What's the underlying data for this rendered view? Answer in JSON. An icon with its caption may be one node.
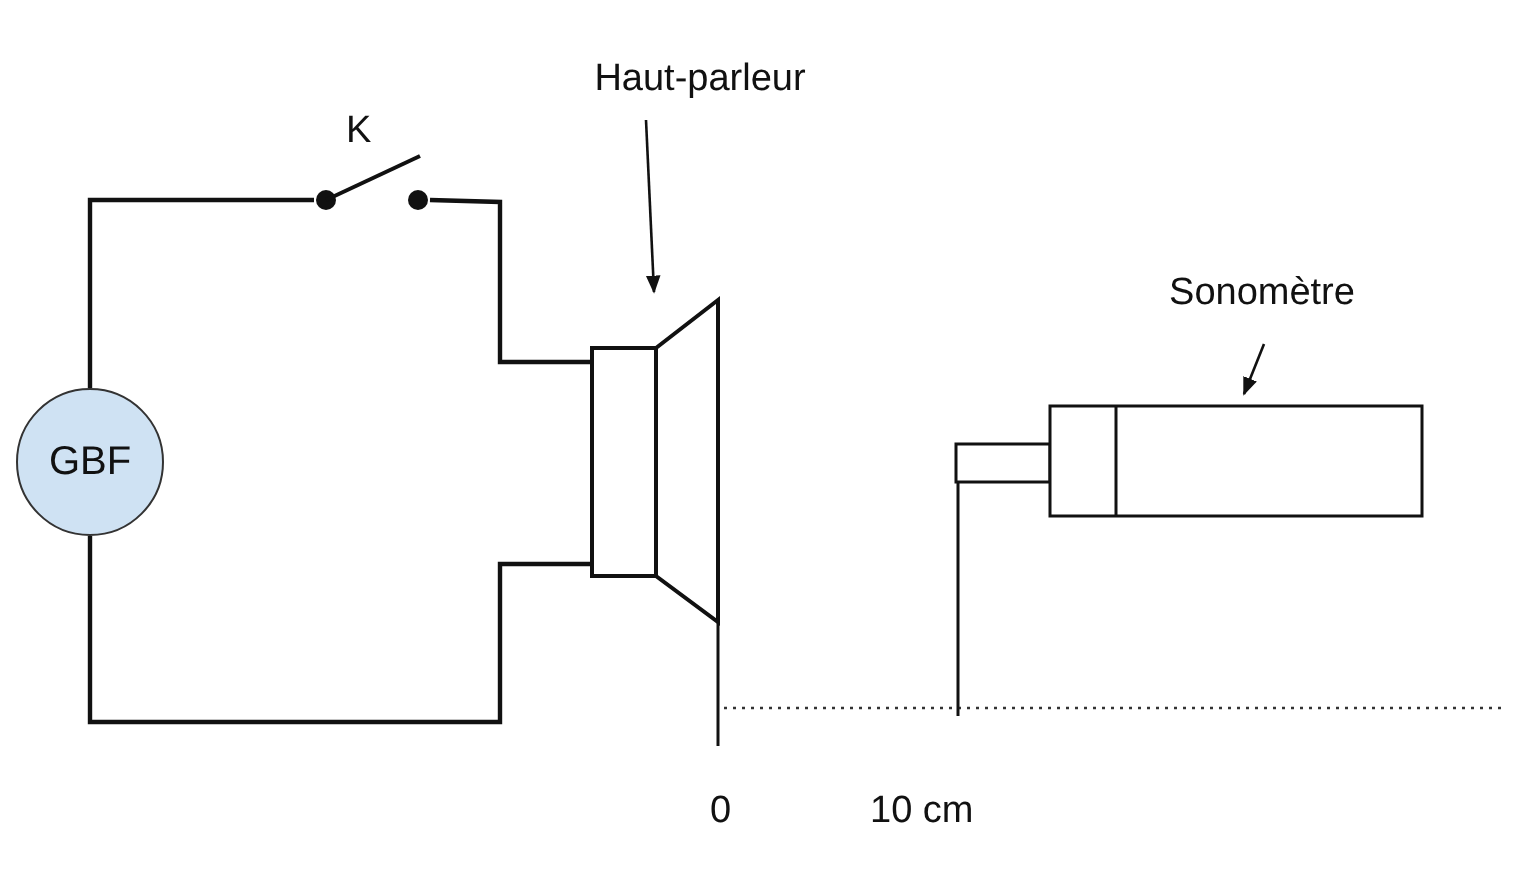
{
  "diagram": {
    "nodes": [
      {
        "text": [
          "Haut-parleur"
        ]
      },
      {
        "text": [],
        "shape": "picture",
        "beside": [
          "K"
        ]
      },
      {
        "text": [],
        "shape": "picture"
      },
      {
        "text": [
          "Sonomètre"
        ]
      },
      {
        "text": [],
        "shape": "picture"
      },
      {
        "text": [
          "GBF"
        ]
      }
    ],
    "edges": [
      {
        "from": 0,
        "to": 2,
        "arrow": "to"
      },
      {
        "from": 3,
        "to": 4,
        "arrow": "to"
      },
      {
        "from": 5,
        "to": 1,
        "arrow": "none"
      },
      {
        "from": 1,
        "to": 2,
        "arrow": "none"
      },
      {
        "from": 5,
        "to": 2,
        "arrow": "none"
      }
    ],
    "labels": [
      "0",
      "10 cm"
    ]
  }
}
